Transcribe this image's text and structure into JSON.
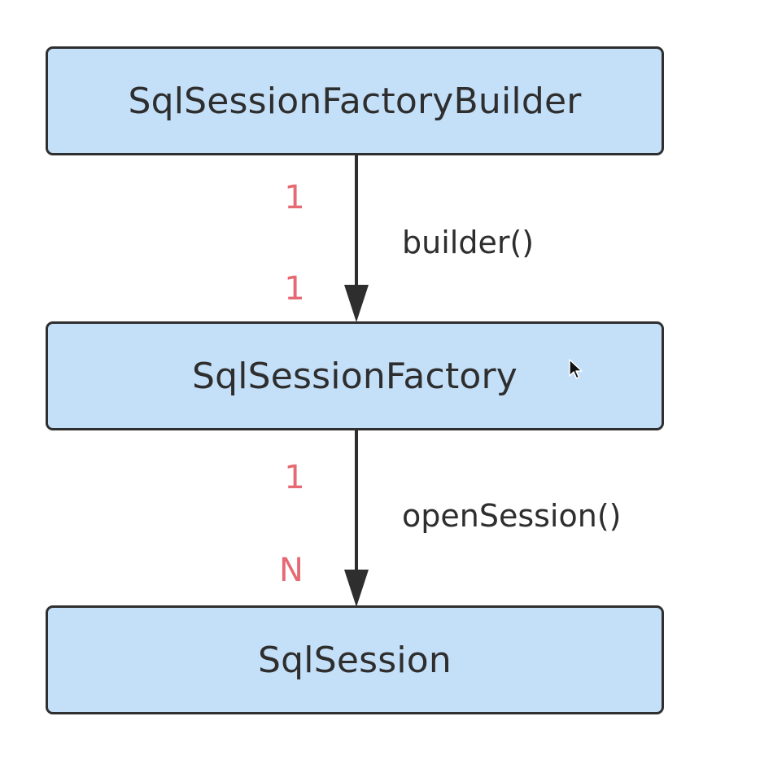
{
  "nodes": {
    "builder": "SqlSessionFactoryBuilder",
    "factory": "SqlSessionFactory",
    "session": "SqlSession"
  },
  "edges": {
    "build": {
      "label": "builder()",
      "source_multiplicity": "1",
      "target_multiplicity": "1"
    },
    "open": {
      "label": "openSession()",
      "source_multiplicity": "1",
      "target_multiplicity": "N"
    }
  },
  "colors": {
    "node_fill": "#c4dff8",
    "node_border": "#2f2f2f",
    "text": "#2e2e2e",
    "multiplicity": "#e56a74"
  },
  "icons": {
    "cursor": "mouse-pointer-icon"
  }
}
